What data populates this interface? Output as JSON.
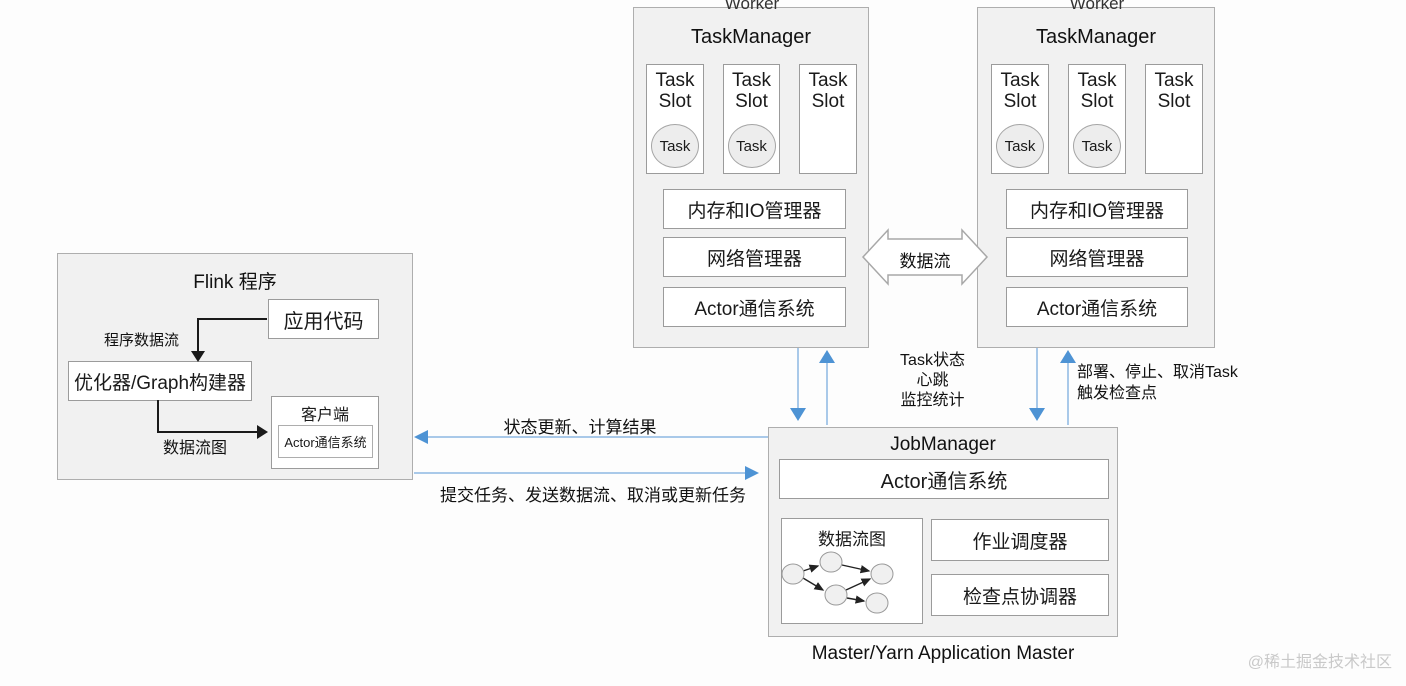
{
  "colors": {
    "arrow_blue_head": "#4e93d4",
    "arrow_blue_stem": "#a9c9e9",
    "box_fill": "#f1f1f1",
    "watermark": "#c9c9c9"
  },
  "flink_program": {
    "title": "Flink 程序",
    "app_code": "应用代码",
    "label_program_dataflow": "程序数据流",
    "optimizer": "优化器/Graph构建器",
    "label_dataflow_graph": "数据流图",
    "client_title": "客户端",
    "client_actor": "Actor通信系统"
  },
  "task_managers": [
    {
      "worker_label": "Worker",
      "title": "TaskManager",
      "slots": [
        {
          "label": "Task Slot",
          "task": "Task"
        },
        {
          "label": "Task Slot",
          "task": "Task"
        },
        {
          "label": "Task Slot"
        }
      ],
      "memory_io_manager": "内存和IO管理器",
      "network_manager": "网络管理器",
      "actor_system": "Actor通信系统"
    },
    {
      "worker_label": "Worker",
      "title": "TaskManager",
      "slots": [
        {
          "label": "Task Slot",
          "task": "Task"
        },
        {
          "label": "Task Slot",
          "task": "Task"
        },
        {
          "label": "Task Slot"
        }
      ],
      "memory_io_manager": "内存和IO管理器",
      "network_manager": "网络管理器",
      "actor_system": "Actor通信系统"
    }
  ],
  "job_manager": {
    "title": "JobManager",
    "actor_system": "Actor通信系统",
    "dataflow_graph_title": "数据流图",
    "job_scheduler": "作业调度器",
    "checkpoint_coordinator": "检查点协调器",
    "subtitle": "Master/Yarn Application Master"
  },
  "edge_labels": {
    "dataflow": "数据流",
    "status_update": "状态更新、计算结果",
    "submit_tasks": "提交任务、发送数据流、取消或更新任务",
    "task_status": "Task状态",
    "heartbeat": "心跳",
    "monitor_stats": "监控统计",
    "deploy_stop_cancel": "部署、停止、取消Task",
    "trigger_checkpoint": "触发检查点"
  },
  "watermark": "@稀土掘金技术社区"
}
